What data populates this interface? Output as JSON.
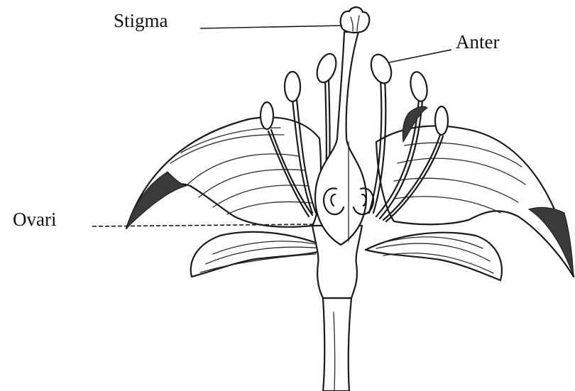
{
  "labels": {
    "stigma": "Stigma",
    "anter": "Anter",
    "ovari": "Ovari"
  },
  "colors": {
    "ink": "#1a1a1a",
    "background": "#ffffff"
  }
}
